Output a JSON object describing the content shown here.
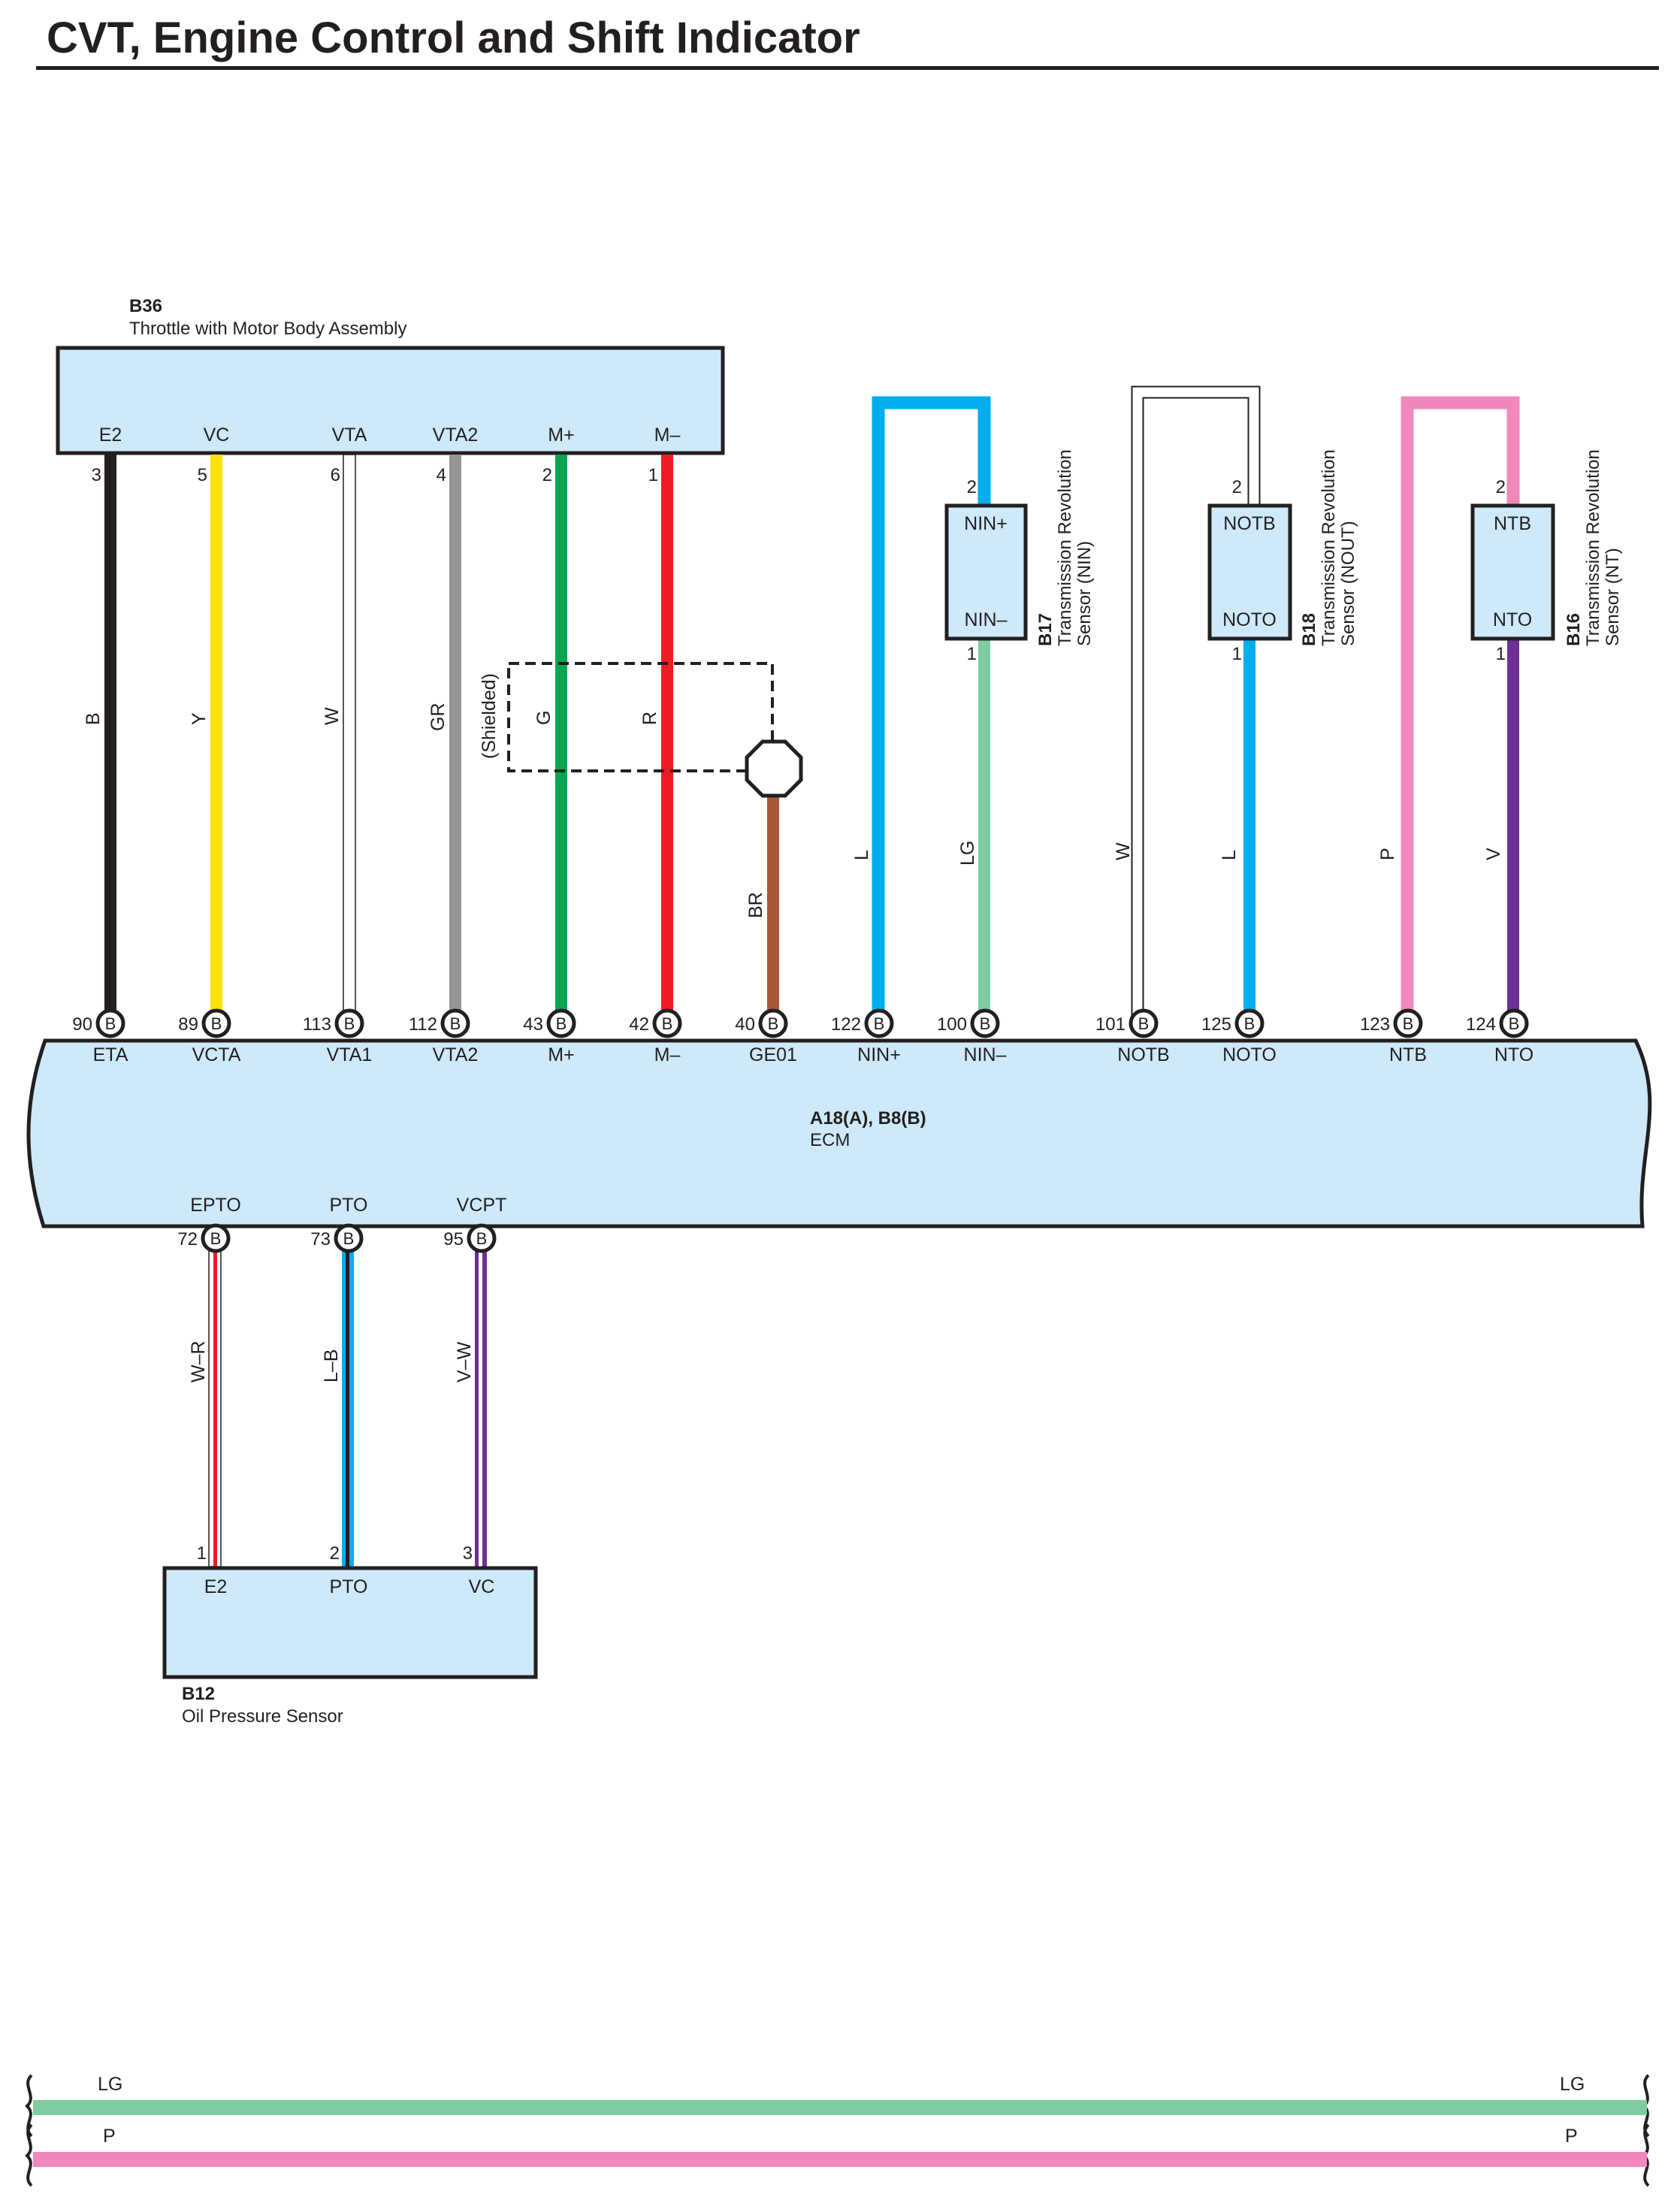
{
  "title": "CVT, Engine Control and Shift Indicator",
  "colors": {
    "B": "#231f20",
    "Y": "#ffe200",
    "W": "#ffffff",
    "GR": "#959595",
    "G": "#00a651",
    "R": "#ed1c24",
    "BR": "#a8593a",
    "L": "#00aeef",
    "LG": "#7fcca0",
    "P": "#f088bb",
    "V": "#6d2f96",
    "component_fill": "#cde9fa"
  },
  "throttle": {
    "code": "B36",
    "name": "Throttle with Motor Body Assembly",
    "pins": [
      {
        "label": "E2",
        "num": "3"
      },
      {
        "label": "VC",
        "num": "5"
      },
      {
        "label": "VTA",
        "num": "6"
      },
      {
        "label": "VTA2",
        "num": "4"
      },
      {
        "label": "M+",
        "num": "2"
      },
      {
        "label": "M–",
        "num": "1"
      }
    ]
  },
  "shielded_label": "(Shielded)",
  "wires_top": [
    "B",
    "Y",
    "W",
    "GR",
    "G",
    "R",
    "BR",
    "L",
    "LG",
    "W",
    "L",
    "P",
    "V"
  ],
  "sensors": [
    {
      "code": "B17",
      "name1": "Transmission Revolution",
      "name2": "Sensor (NIN)",
      "top_label": "NIN+",
      "bottom_label": "NIN–",
      "top_pin": "2",
      "bottom_pin": "1"
    },
    {
      "code": "B18",
      "name1": "Transmission Revolution",
      "name2": "Sensor (NOUT)",
      "top_label": "NOTB",
      "bottom_label": "NOTO",
      "top_pin": "2",
      "bottom_pin": "1"
    },
    {
      "code": "B16",
      "name1": "Transmission Revolution",
      "name2": "Sensor (NT)",
      "top_label": "NTB",
      "bottom_label": "NTO",
      "top_pin": "2",
      "bottom_pin": "1"
    }
  ],
  "ecm": {
    "code": "A18(A), B8(B)",
    "name": "ECM",
    "connector_letter": "B",
    "top_pins": [
      {
        "num": "90",
        "label": "ETA"
      },
      {
        "num": "89",
        "label": "VCTA"
      },
      {
        "num": "113",
        "label": "VTA1"
      },
      {
        "num": "112",
        "label": "VTA2"
      },
      {
        "num": "43",
        "label": "M+"
      },
      {
        "num": "42",
        "label": "M–"
      },
      {
        "num": "40",
        "label": "GE01"
      },
      {
        "num": "122",
        "label": "NIN+"
      },
      {
        "num": "100",
        "label": "NIN–"
      },
      {
        "num": "101",
        "label": "NOTB"
      },
      {
        "num": "125",
        "label": "NOTO"
      },
      {
        "num": "123",
        "label": "NTB"
      },
      {
        "num": "124",
        "label": "NTO"
      }
    ],
    "bottom_pins": [
      {
        "num": "72",
        "label": "EPTO"
      },
      {
        "num": "73",
        "label": "PTO"
      },
      {
        "num": "95",
        "label": "VCPT"
      }
    ]
  },
  "oil_sensor": {
    "code": "B12",
    "name": "Oil Pressure Sensor",
    "pins": [
      {
        "label": "E2",
        "num": "1"
      },
      {
        "label": "PTO",
        "num": "2"
      },
      {
        "label": "VC",
        "num": "3"
      }
    ]
  },
  "wires_bottom": [
    "W–R",
    "L–B",
    "V–W"
  ],
  "bus": [
    {
      "label": "LG",
      "color": "#7fcca0"
    },
    {
      "label": "P",
      "color": "#f088bb"
    }
  ]
}
